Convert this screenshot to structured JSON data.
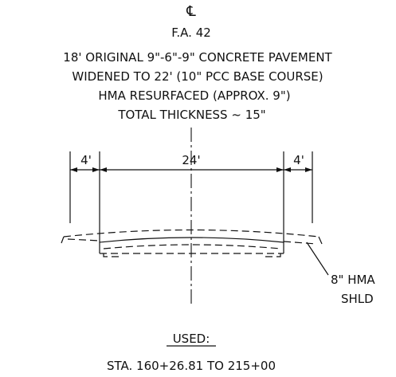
{
  "header": {
    "centerline_symbol": "℄",
    "route": "F.A. 42"
  },
  "description": [
    "18' ORIGINAL 9\"-6\"-9\" CONCRETE PAVEMENT",
    "WIDENED TO 22' (10\" PCC BASE COURSE)",
    "HMA RESURFACED (APPROX. 9\")",
    "TOTAL THICKNESS ~ 15\""
  ],
  "dimensions": {
    "left_shoulder": "4'",
    "pavement": "24'",
    "right_shoulder": "4'"
  },
  "callout": {
    "line1": "8\" HMA",
    "line2": "SHLD"
  },
  "footer": {
    "heading": "USED:",
    "station_range": "STA. 160+26.81 TO 215+00"
  }
}
